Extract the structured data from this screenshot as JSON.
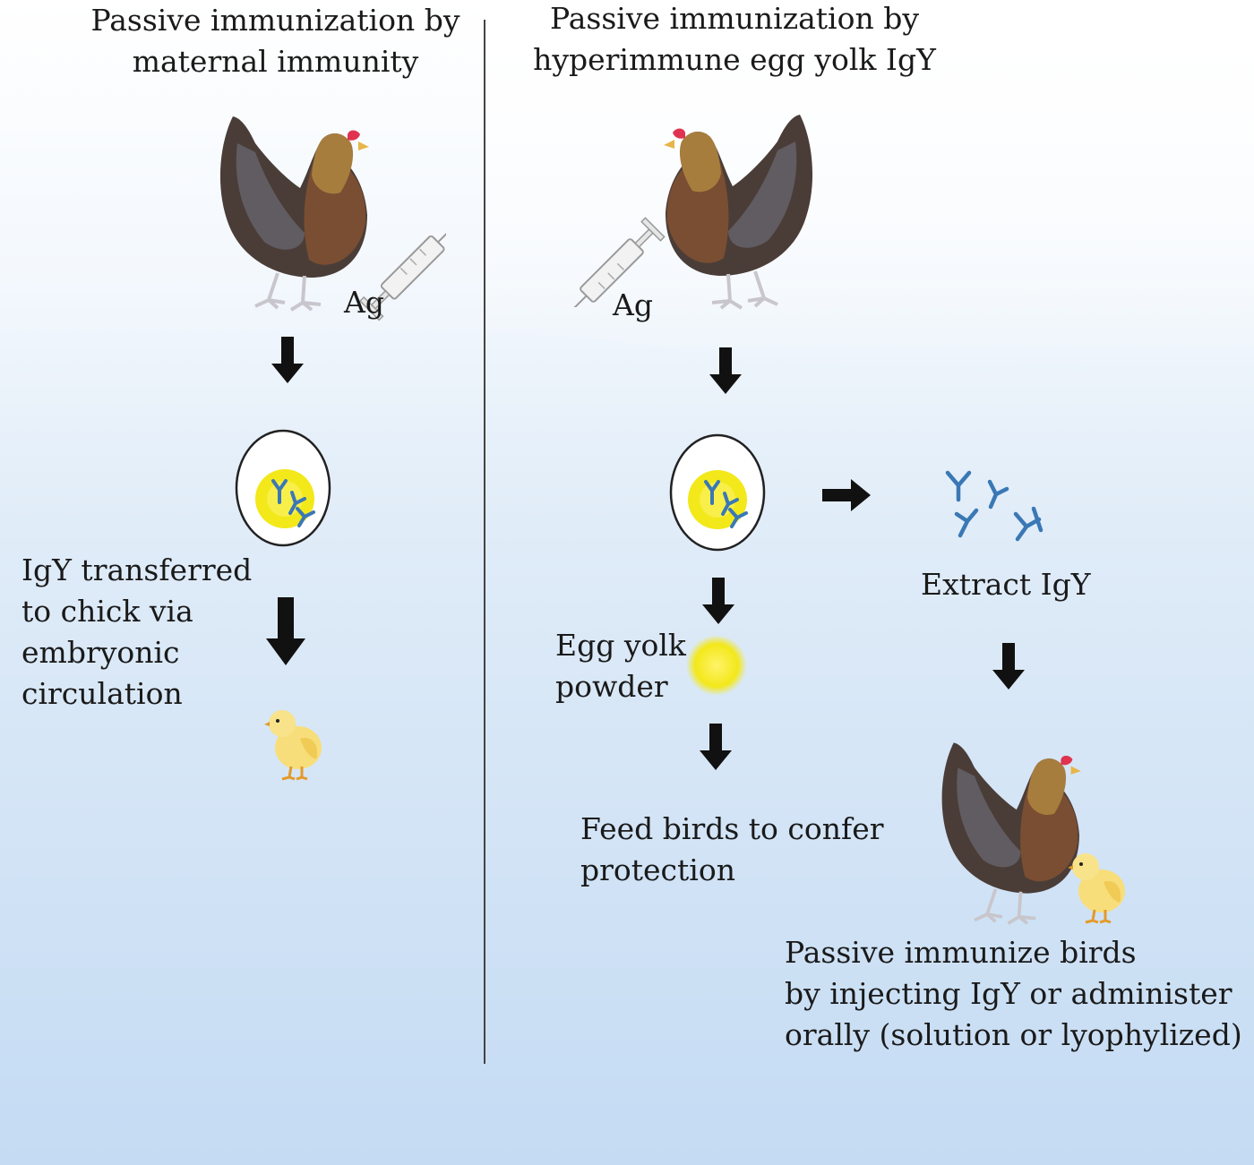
{
  "left_panel": {
    "title_line1": "Passive immunization by",
    "title_line2": "maternal immunity",
    "antigen_label": "Ag",
    "transfer_line1": "IgY transferred",
    "transfer_line2": "to chick via",
    "transfer_line3": "embryonic",
    "transfer_line4": "circulation"
  },
  "right_panel": {
    "title_line1": "Passive immunization by",
    "title_line2": "hyperimmune egg yolk IgY",
    "antigen_label": "Ag",
    "powder_line1": "Egg yolk",
    "powder_line2": "powder",
    "extract_label": "Extract IgY",
    "feed_line1": "Feed birds to confer",
    "feed_line2": "protection",
    "passive_line1": "Passive immunize birds",
    "passive_line2": "by injecting IgY or administer",
    "passive_line3": "orally (solution or lyophylized)"
  },
  "colors": {
    "background_top": "#ffffff",
    "background_bottom": "#c4dbf3",
    "antibody": "#3a78b5",
    "yolk": "#f3e81a",
    "arrow": "#111111",
    "divider": "#444444"
  }
}
